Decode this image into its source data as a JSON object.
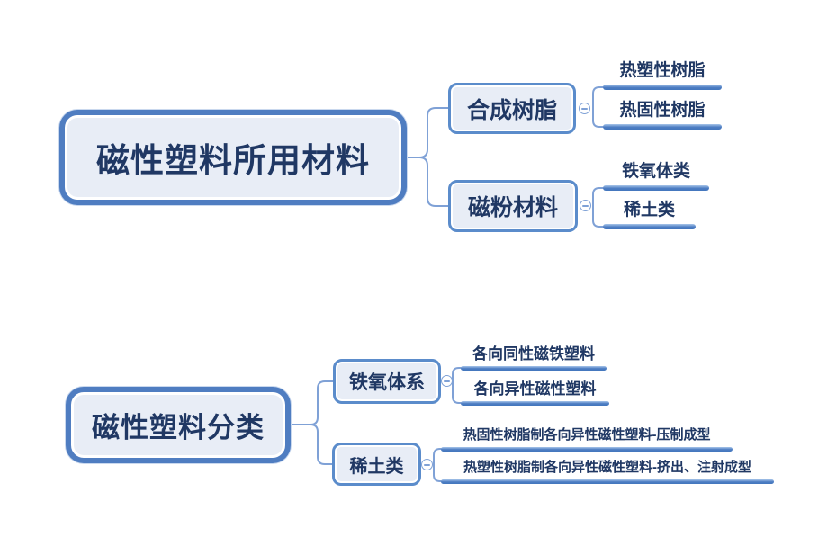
{
  "colors": {
    "background": "#ffffff",
    "node_border": "#4f7dc1",
    "branch_border": "#5b8ccb",
    "node_fill": "#e8edf6",
    "node_text": "#203864",
    "leaf_underline": "#4d7dc3",
    "connector": "#7fa1d6"
  },
  "icons": {
    "collapse": "minus-circle-icon"
  },
  "maps": [
    {
      "root": "磁性塑料所用材料",
      "branches": [
        {
          "label": "合成树脂",
          "children": [
            "热塑性树脂",
            "热固性树脂"
          ]
        },
        {
          "label": "磁粉材料",
          "children": [
            "铁氧体类",
            "稀土类"
          ]
        }
      ]
    },
    {
      "root": "磁性塑料分类",
      "branches": [
        {
          "label": "铁氧体系",
          "children": [
            "各向同性磁铁塑料",
            "各向异性磁性塑料"
          ]
        },
        {
          "label": "稀土类",
          "children": [
            "热固性树脂制各向异性磁性塑料-压制成型",
            "热塑性树脂制各向异性磁性塑料-挤出、注射成型"
          ]
        }
      ]
    }
  ]
}
